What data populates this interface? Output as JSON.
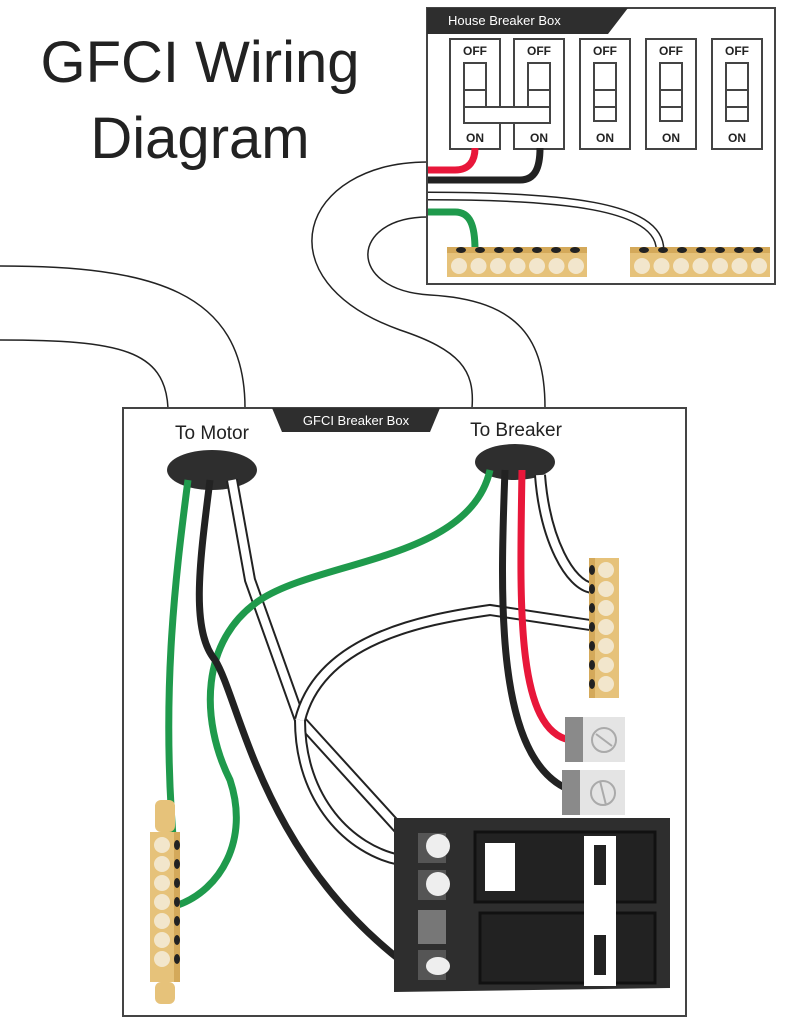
{
  "title": {
    "line1": "GFCI Wiring",
    "line2": "Diagram"
  },
  "house_box": {
    "label": "House Breaker Box",
    "breakers": [
      {
        "top": "OFF",
        "bottom": "ON"
      },
      {
        "top": "OFF",
        "bottom": "ON"
      },
      {
        "top": "OFF",
        "bottom": "ON"
      },
      {
        "top": "OFF",
        "bottom": "ON"
      },
      {
        "top": "OFF",
        "bottom": "ON"
      }
    ]
  },
  "gfci_box": {
    "label": "GFCI Breaker Box",
    "to_motor": "To Motor",
    "to_breaker": "To Breaker"
  },
  "colors": {
    "hot_black": "#222222",
    "hot_red": "#e8173a",
    "ground": "#1f9a4c",
    "neutral": "#ffffff",
    "bus_bar": "#e6c27a",
    "breaker_body": "#2e2e2e"
  }
}
